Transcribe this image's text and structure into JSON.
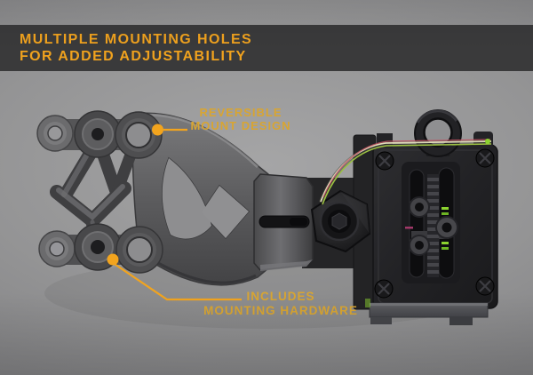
{
  "banner": {
    "line1": "MULTIPLE MOUNTING HOLES",
    "line2": "FOR ADDED ADJUSTABILITY"
  },
  "callouts": {
    "reversible": {
      "line1": "REVERSIBLE",
      "line2": "MOUNT DESIGN"
    },
    "hardware": {
      "line1": "INCLUDES",
      "line2": "MOUNTING HARDWARE"
    }
  },
  "colors": {
    "accent": "#F2A41E",
    "callout_text": "#D8A532",
    "banner_background": "#3A3A3B",
    "banner_text": "#F0A21E",
    "photo_background": "#8F8F90",
    "bracket_metal": "#59595B",
    "housing_black": "#202023",
    "rail_gray": "#55565A",
    "fiber_green": "#8CD32F",
    "fiber_red": "#C05060",
    "fiber_pale": "#DED8B8"
  }
}
